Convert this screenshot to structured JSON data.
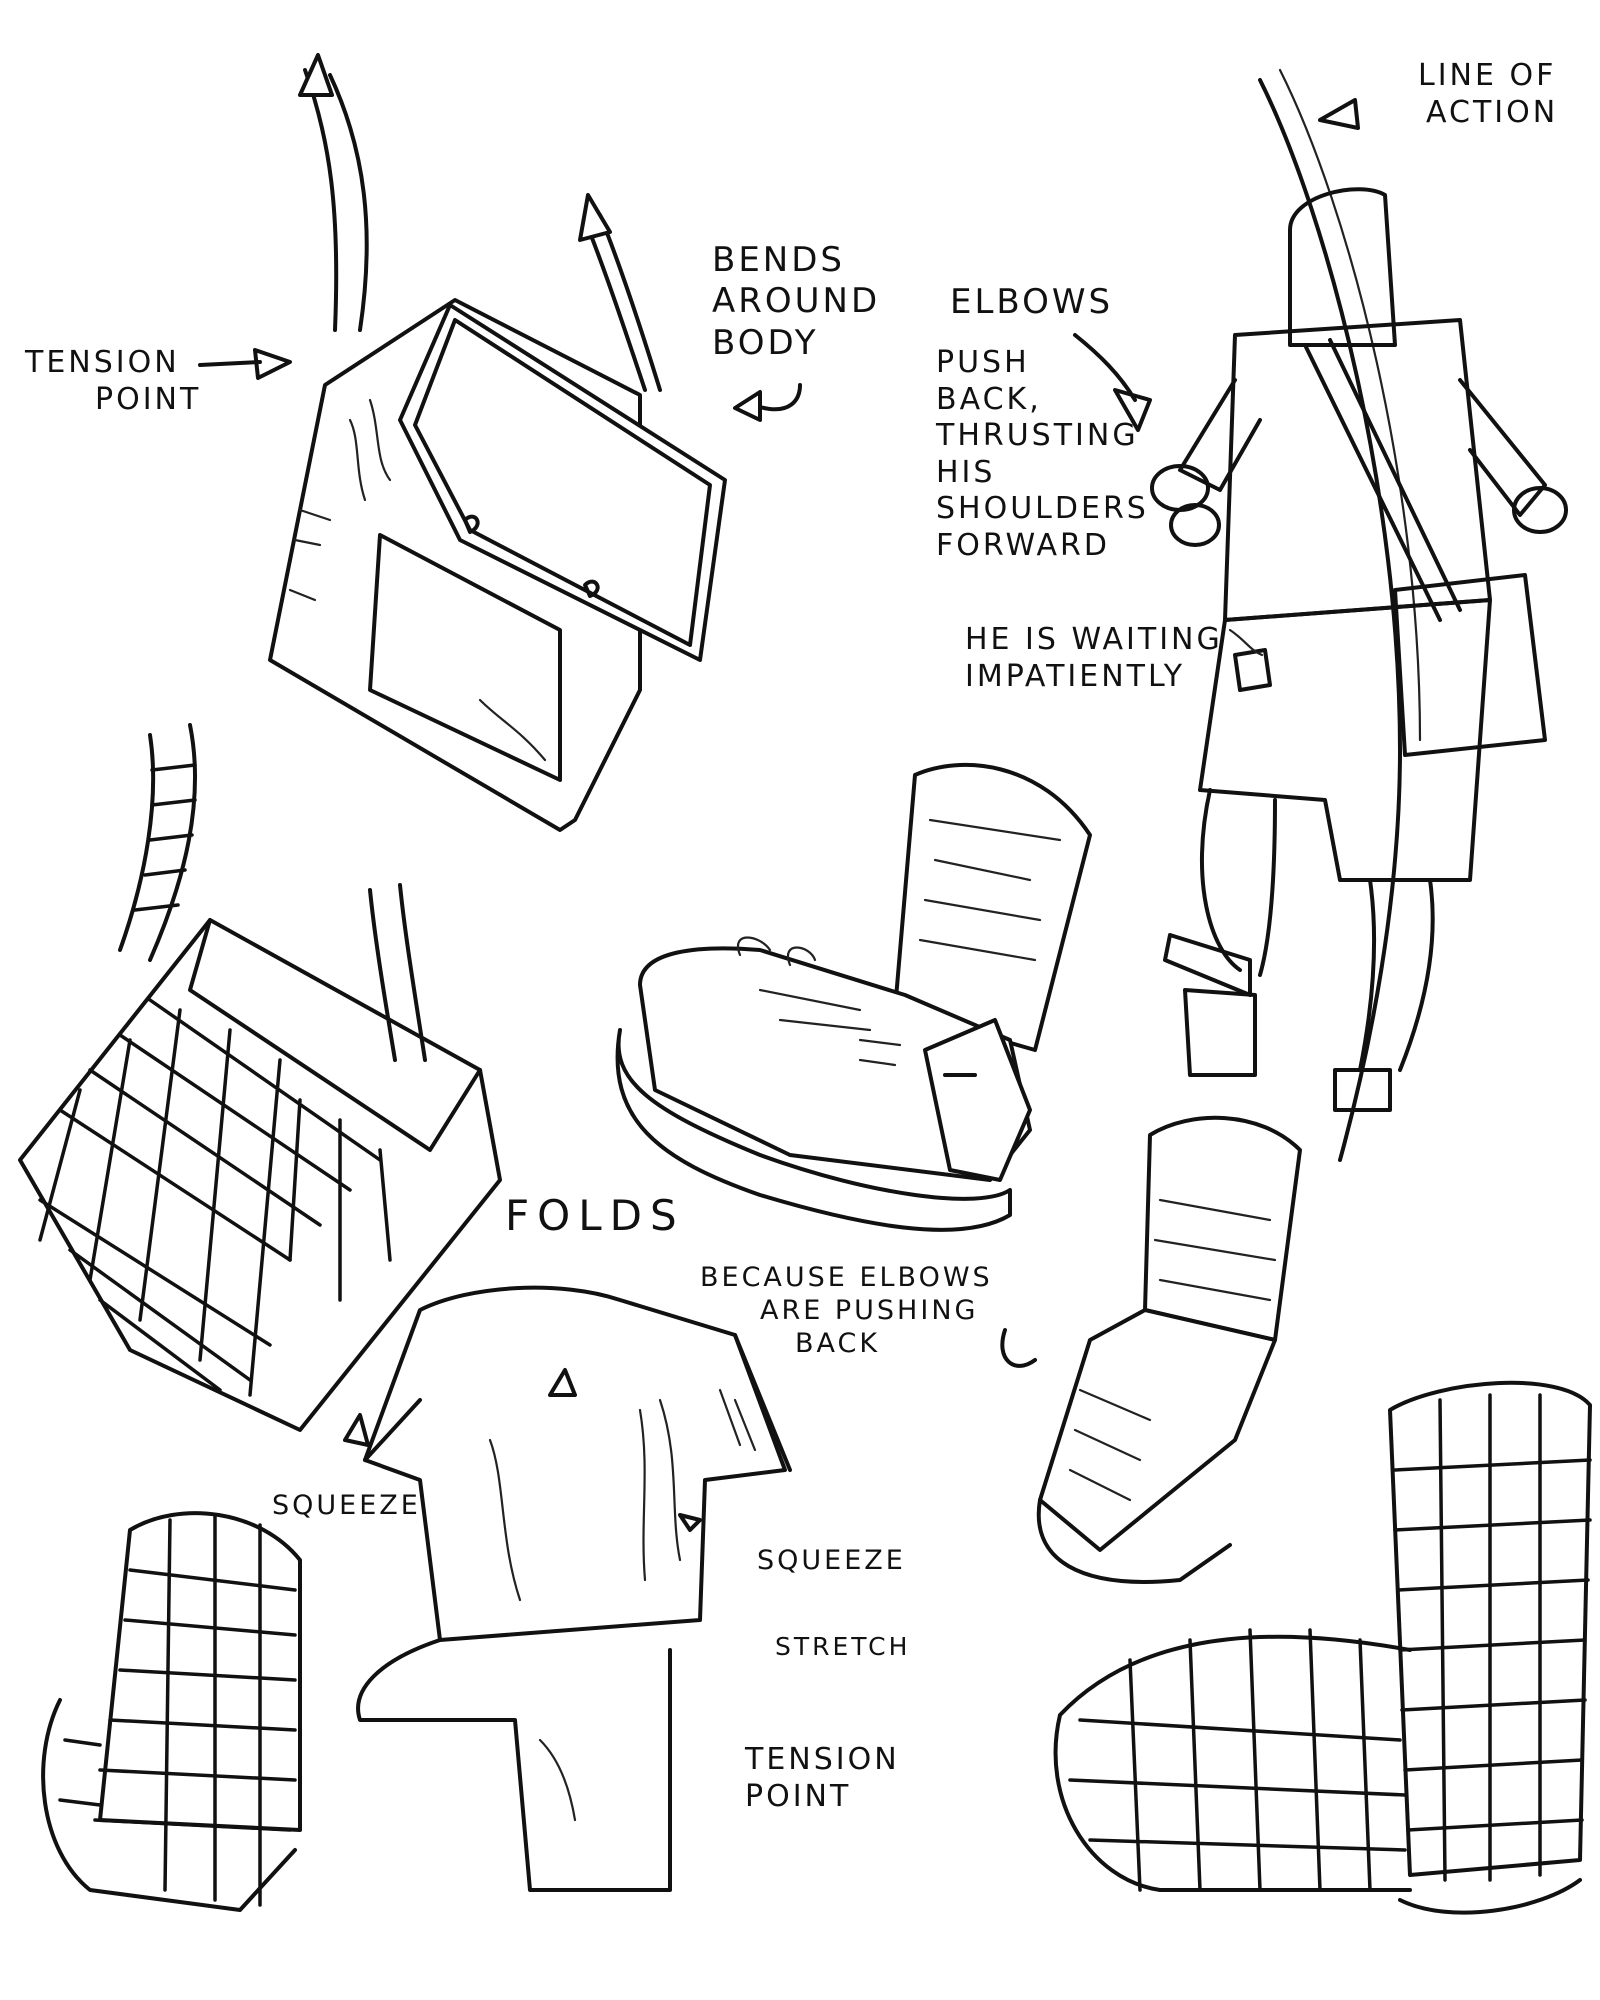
{
  "labels": {
    "tension_point_top": [
      "TENSION",
      "POINT"
    ],
    "bends_around_body": [
      "BENDS",
      "AROUND",
      "BODY"
    ],
    "elbows_heading": "ELBOWS",
    "elbows_note": [
      "PUSH",
      "BACK,",
      "THRUSTING",
      "HIS",
      "SHOULDERS",
      "FORWARD"
    ],
    "waiting_note": [
      "HE IS WAITING",
      "IMPATIENTLY"
    ],
    "line_of_action": [
      "LINE OF",
      "ACTION"
    ],
    "folds": "FOLDS",
    "because_elbows": [
      "BECAUSE ELBOWS",
      "ARE PUSHING",
      "BACK"
    ],
    "squeeze_left": "SQUEEZE",
    "squeeze_right": "SQUEEZE",
    "stretch": "STRETCH",
    "tension_point_bottom": [
      "TENSION",
      "POINT"
    ]
  },
  "colors": {
    "ink": "#111111",
    "paper": "#ffffff"
  }
}
